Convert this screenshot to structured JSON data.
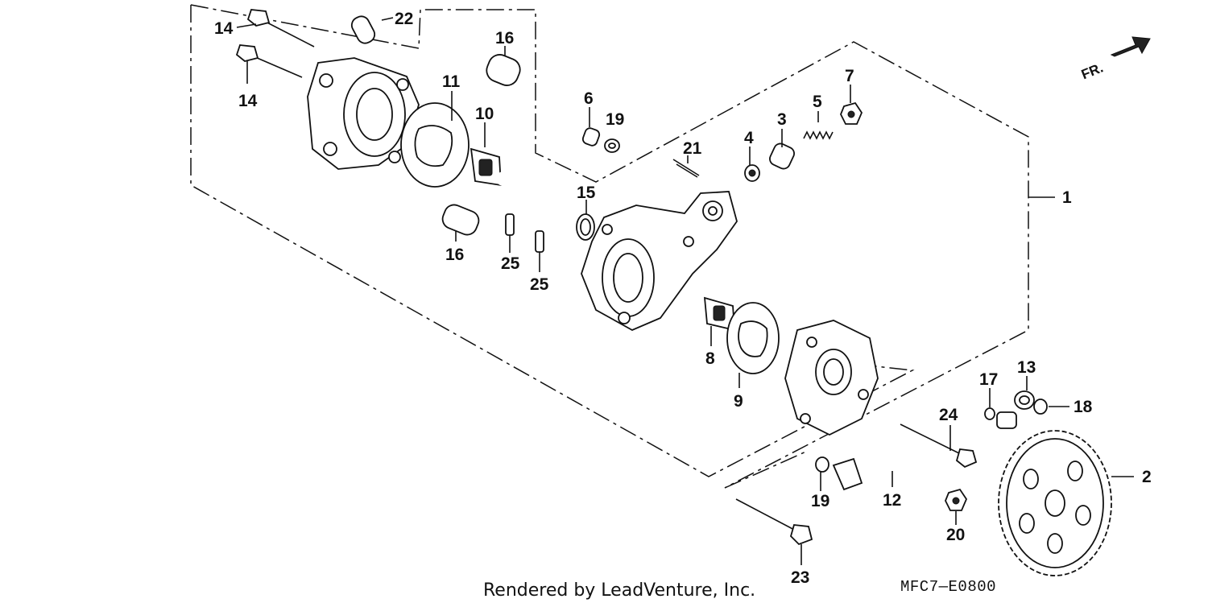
{
  "diagram": {
    "callouts": {
      "c1": "1",
      "c2": "2",
      "c3": "3",
      "c4": "4",
      "c5": "5",
      "c6": "6",
      "c7": "7",
      "c8": "8",
      "c9": "9",
      "c10": "10",
      "c11": "11",
      "c12": "12",
      "c13": "13",
      "c14a": "14",
      "c14b": "14",
      "c15": "15",
      "c16a": "16",
      "c16b": "16",
      "c17": "17",
      "c18": "18",
      "c19a": "19",
      "c19b": "19",
      "c20": "20",
      "c21": "21",
      "c22": "22",
      "c23": "23",
      "c24": "24",
      "c25a": "25",
      "c25b": "25"
    },
    "direction_label": "FR.",
    "credit": "Rendered by LeadVenture, Inc.",
    "code": "MFC7—E0800"
  }
}
